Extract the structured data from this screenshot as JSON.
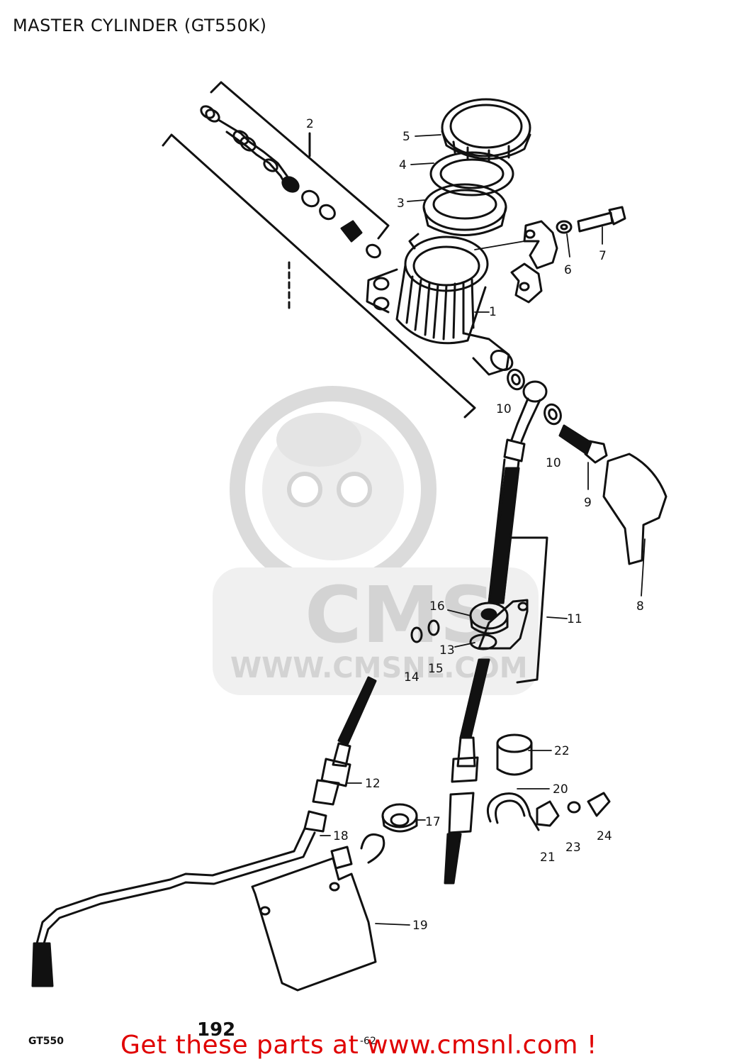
{
  "page": {
    "title": "MASTER CYLINDER (GT550K)",
    "page_number": "192",
    "sub_page": "-62-",
    "model_code": "GT550",
    "cta_text": "Get these parts at www.cmsnl.com !"
  },
  "watermark": {
    "brand": "CMS",
    "url": "WWW.CMSNL.COM"
  },
  "callouts": [
    "1",
    "2",
    "3",
    "4",
    "5",
    "6",
    "7",
    "8",
    "9",
    "10",
    "10",
    "11",
    "12",
    "13",
    "14",
    "15",
    "16",
    "17",
    "18",
    "19",
    "20",
    "21",
    "22",
    "23",
    "24"
  ]
}
